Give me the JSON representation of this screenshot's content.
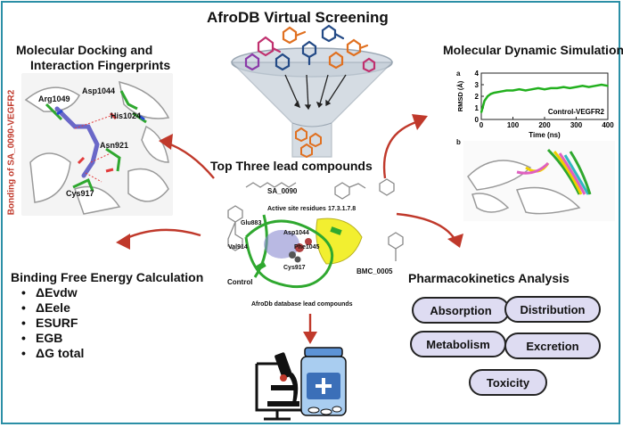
{
  "title": "AfroDB Virtual Screening",
  "docking": {
    "title_line1": "Molecular Docking and",
    "title_line2": "Interaction Fingerprints",
    "side_label": "Bonding of SA_0090-VEGFR2",
    "residues": [
      "Arg1049",
      "Asp1044",
      "His1024",
      "Asn921",
      "Cys917"
    ]
  },
  "md": {
    "title": "Molecular Dynamic Simulation",
    "panel_a": "a",
    "panel_b": "b",
    "ylabel": "RMSD (Å)",
    "xlabel": "Time (ns)",
    "series_label": "Control-VEGFR2",
    "chart_data": {
      "type": "line",
      "x_range": [
        0,
        400
      ],
      "y_range": [
        0,
        4
      ],
      "x_ticks": [
        0,
        100,
        200,
        300,
        400
      ],
      "y_ticks": [
        0,
        1,
        2,
        3,
        4
      ],
      "series": [
        {
          "name": "Control-VEGFR2",
          "color": "#22b01e",
          "x": [
            0,
            10,
            20,
            30,
            40,
            60,
            80,
            100,
            120,
            140,
            160,
            180,
            200,
            220,
            240,
            260,
            280,
            300,
            320,
            340,
            360,
            380,
            400
          ],
          "y": [
            0.6,
            1.6,
            2.0,
            2.2,
            2.3,
            2.4,
            2.5,
            2.5,
            2.6,
            2.5,
            2.6,
            2.7,
            2.6,
            2.7,
            2.7,
            2.8,
            2.7,
            2.8,
            2.9,
            2.8,
            2.9,
            3.0,
            2.9
          ]
        }
      ]
    }
  },
  "lead": {
    "title": "Top Three lead compounds",
    "labels": [
      "SA_0090",
      "17.3.1.7.8",
      "Active site residues",
      "Glu883",
      "Asp1044",
      "Phe1045",
      "Val914",
      "Cys917",
      "BMC_0005",
      "Control"
    ],
    "caption": "AfroDb database lead compounds"
  },
  "binding": {
    "title": "Binding Free Energy Calculation",
    "items": [
      "ΔEvdw",
      "ΔEele",
      "ESURF",
      "EGB",
      "ΔG total"
    ]
  },
  "pk": {
    "title": "Pharmacokinetics Analysis",
    "pills": [
      "Absorption",
      "Distribution",
      "Metabolism",
      "Excretion",
      "Toxicity"
    ]
  },
  "colors": {
    "frame": "#2b8fa6",
    "arrow": "#c0392b",
    "pill_bg": "#dedcf2",
    "funnel": "#c4ced8",
    "rmsd": "#22b01e"
  }
}
